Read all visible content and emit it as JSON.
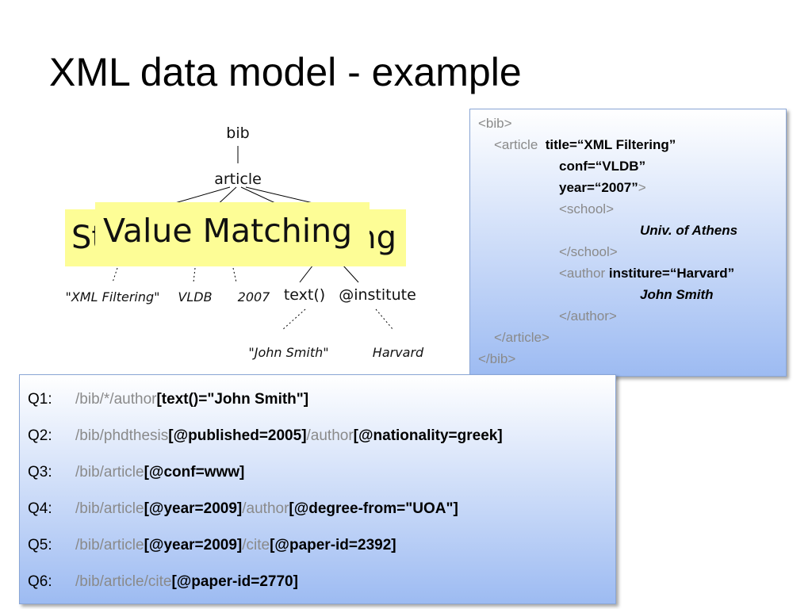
{
  "title": "XML data model - example",
  "tree": {
    "nodes": [
      "bib",
      "article",
      "text()",
      "@institute"
    ],
    "leaves": [
      "\"XML Filtering\"",
      "VLDB",
      "2007",
      "\"John Smith\"",
      "Harvard"
    ]
  },
  "labels": {
    "back_left": "St",
    "back_right": "ng",
    "front": "Value Matching"
  },
  "xml": {
    "lines": [
      {
        "tag": "<bib>"
      },
      {
        "tag": "<article",
        "val": "title=“XML Filtering”"
      },
      {
        "val": "conf=“VLDB”"
      },
      {
        "val": "year=“2007”",
        "tag_after": ">"
      },
      {
        "tag": "<school>"
      },
      {
        "ival": "Univ. of Athens"
      },
      {
        "tag": "</school>"
      },
      {
        "tag": "<author",
        "val": "institure=“Harvard”"
      },
      {
        "ival": "John Smith"
      },
      {
        "tag": "</author>"
      },
      {
        "tag": "</article>"
      },
      {
        "tag": "</bib>"
      }
    ]
  },
  "queries": [
    {
      "label": "Q1:",
      "parts": [
        {
          "t": "path",
          "v": "/bib/*/author"
        },
        {
          "t": "pred",
          "v": "[text()=\"John Smith\"]"
        }
      ]
    },
    {
      "label": "Q2:",
      "parts": [
        {
          "t": "path",
          "v": "/bib/phdthesis"
        },
        {
          "t": "pred",
          "v": "[@published=2005]"
        },
        {
          "t": "path",
          "v": "/author"
        },
        {
          "t": "pred",
          "v": "[@nationality=greek]"
        }
      ]
    },
    {
      "label": "Q3:",
      "parts": [
        {
          "t": "path",
          "v": "/bib/article"
        },
        {
          "t": "pred",
          "v": "[@conf=www]"
        }
      ]
    },
    {
      "label": "Q4:",
      "parts": [
        {
          "t": "path",
          "v": "/bib/article"
        },
        {
          "t": "pred",
          "v": "[@year=2009]"
        },
        {
          "t": "path",
          "v": "/author"
        },
        {
          "t": "pred",
          "v": "[@degree-from=\"UOA\"]"
        }
      ]
    },
    {
      "label": "Q5:",
      "parts": [
        {
          "t": "path",
          "v": "/bib/article"
        },
        {
          "t": "pred",
          "v": "[@year=2009]"
        },
        {
          "t": "path",
          "v": "/cite"
        },
        {
          "t": "pred",
          "v": "[@paper-id=2392]"
        }
      ]
    },
    {
      "label": "Q6:",
      "parts": [
        {
          "t": "path",
          "v": "/bib/article/cite"
        },
        {
          "t": "pred",
          "v": "[@paper-id=2770]"
        }
      ]
    }
  ]
}
